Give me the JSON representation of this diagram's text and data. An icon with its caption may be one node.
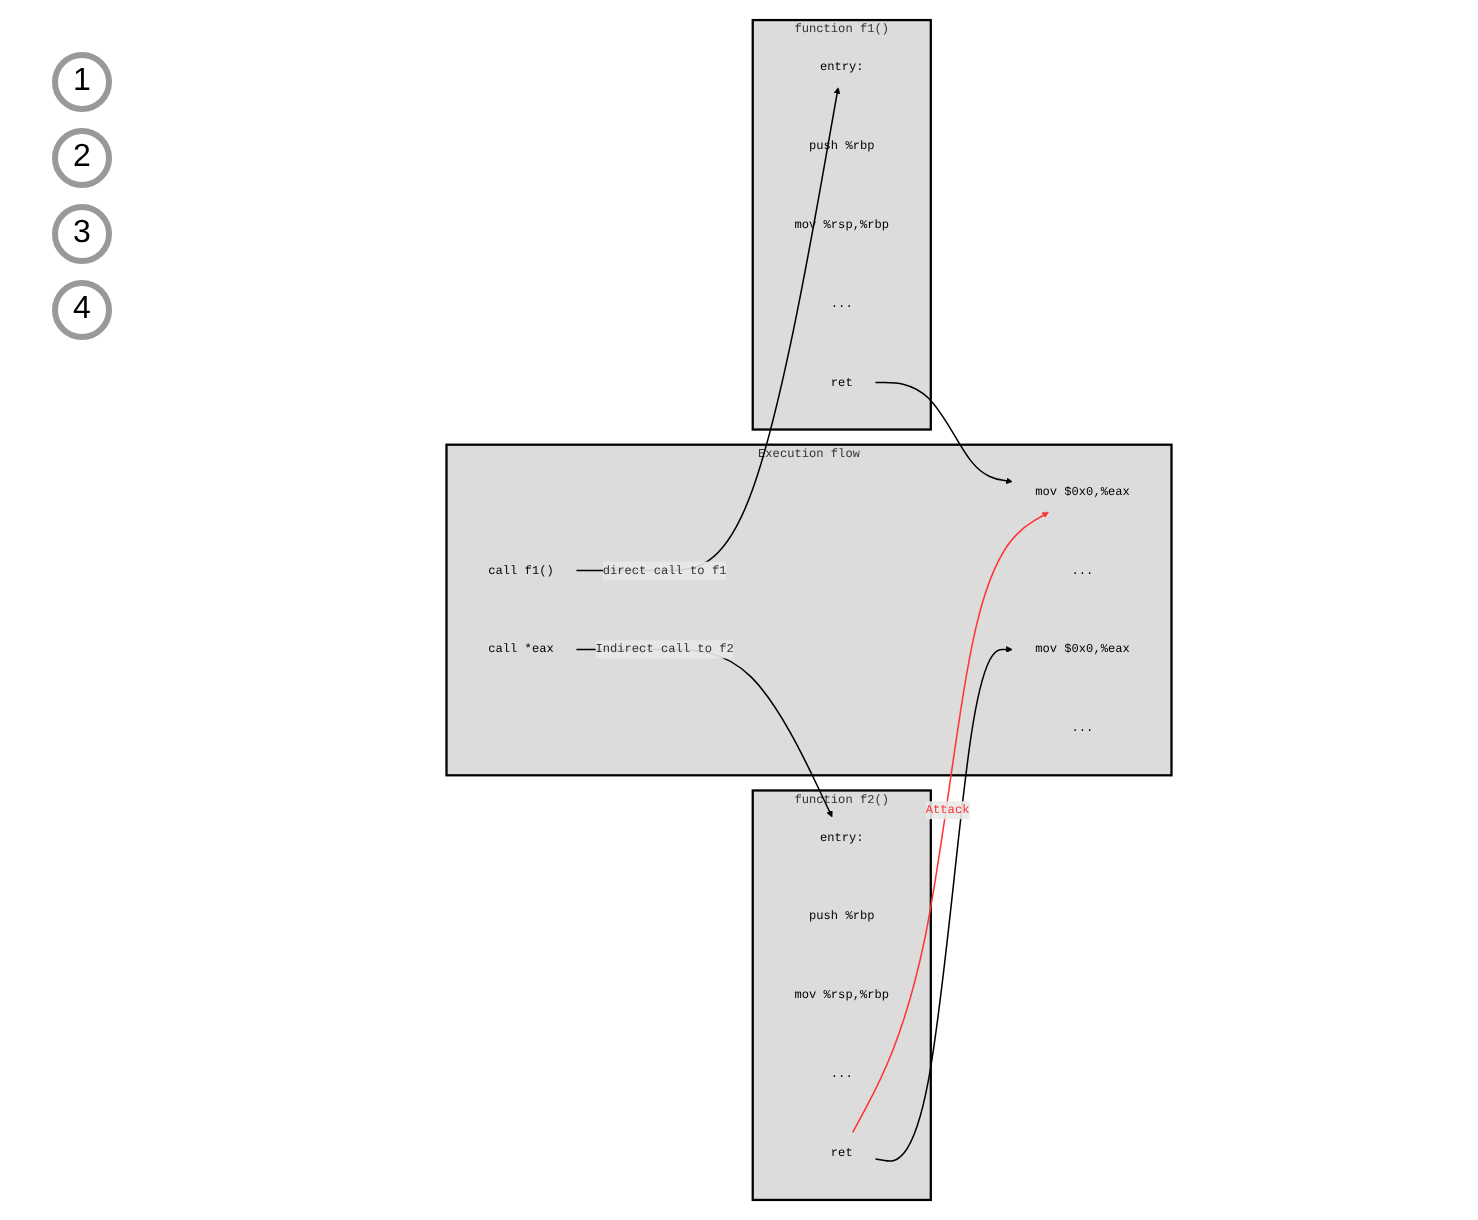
{
  "diagram": {
    "nodes": [
      {
        "text": [
          "Execution flow"
        ]
      },
      {
        "text": [
          "call f1()"
        ],
        "in": 0
      },
      {
        "text": [
          "mov $0x0,%eax"
        ],
        "in": 0
      },
      {
        "text": [
          "..."
        ],
        "in": 0
      },
      {
        "text": [
          "call *eax"
        ],
        "in": 0
      },
      {
        "text": [
          "mov $0x0,%eax"
        ],
        "in": 0
      },
      {
        "text": [
          "..."
        ],
        "in": 0
      },
      {
        "text": [
          "function f1()"
        ]
      },
      {
        "text": [
          "entry:"
        ],
        "in": 7
      },
      {
        "text": [
          "push %rbp"
        ],
        "in": 7
      },
      {
        "text": [
          "mov %rsp,%rbp"
        ],
        "in": 7
      },
      {
        "text": [
          "..."
        ],
        "in": 7
      },
      {
        "text": [
          "ret"
        ],
        "in": 7
      },
      {
        "text": [
          "function f2()"
        ]
      },
      {
        "text": [
          "entry:"
        ],
        "in": 13
      },
      {
        "text": [
          "push %rbp"
        ],
        "in": 13
      },
      {
        "text": [
          "mov %rsp,%rbp"
        ],
        "in": 13
      },
      {
        "text": [
          "..."
        ],
        "in": 13
      },
      {
        "text": [
          "ret"
        ],
        "in": 13
      }
    ],
    "edges": [
      {
        "from": 1,
        "to": 8,
        "arrow": "to",
        "label": "direct call to f1"
      },
      {
        "from": 12,
        "to": 2,
        "arrow": "to"
      },
      {
        "from": 4,
        "to": 14,
        "arrow": "to",
        "label": "Indirect call to f2"
      },
      {
        "from": 18,
        "to": 5,
        "arrow": "to"
      },
      {
        "from": 18,
        "to": 2,
        "arrow": "to",
        "label": "Attack",
        "color": "#ff3333"
      }
    ],
    "labels": [
      "1",
      "2",
      "3",
      "4"
    ]
  }
}
